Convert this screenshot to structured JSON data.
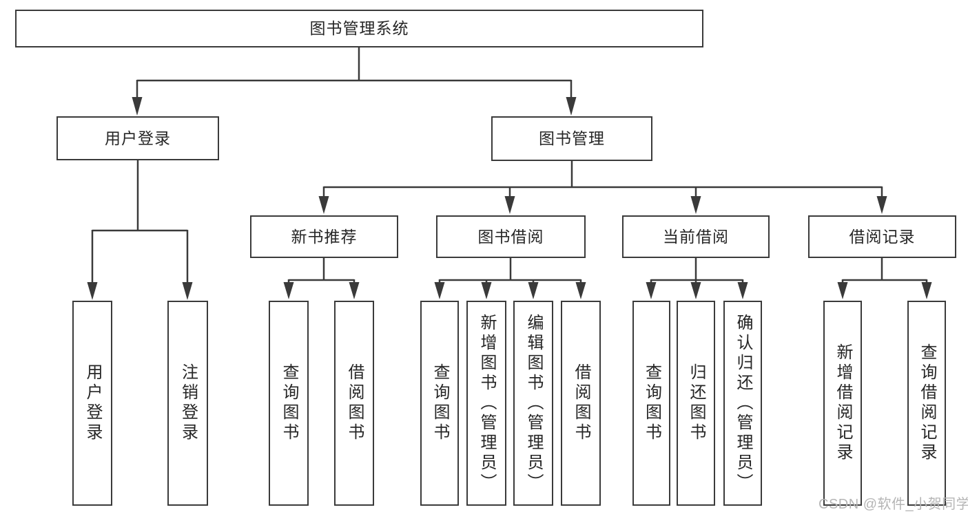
{
  "diagram": {
    "title": "图书管理系统",
    "watermark": "CSDN @软件_小贺同学",
    "colors": {
      "line": "#3a3a3a",
      "text": "#262626",
      "box_background": "#ffffff",
      "watermark": "#b5b5b5"
    },
    "nodes": {
      "root": {
        "label": "图书管理系统",
        "parent": null
      },
      "user_login": {
        "label": "用户登录",
        "parent": "root"
      },
      "book_mgmt": {
        "label": "图书管理",
        "parent": "root"
      },
      "user_login_leaf": {
        "label": "用户登录",
        "parent": "user_login"
      },
      "logout_leaf": {
        "label": "注销登录",
        "parent": "user_login"
      },
      "new_book_rec": {
        "label": "新书推荐",
        "parent": "book_mgmt"
      },
      "book_borrow": {
        "label": "图书借阅",
        "parent": "book_mgmt"
      },
      "current_borrow": {
        "label": "当前借阅",
        "parent": "book_mgmt"
      },
      "borrow_records": {
        "label": "借阅记录",
        "parent": "book_mgmt"
      },
      "nbr_query_books": {
        "label": "查询图书",
        "parent": "new_book_rec"
      },
      "nbr_borrow_books": {
        "label": "借阅图书",
        "parent": "new_book_rec"
      },
      "bb_query_books": {
        "label": "查询图书",
        "parent": "book_borrow"
      },
      "bb_add_books": {
        "label": "新增图书（管理员）",
        "parent": "book_borrow"
      },
      "bb_edit_books": {
        "label": "编辑图书（管理员）",
        "parent": "book_borrow"
      },
      "bb_borrow_books": {
        "label": "借阅图书",
        "parent": "book_borrow"
      },
      "cb_query_books": {
        "label": "查询图书",
        "parent": "current_borrow"
      },
      "cb_return_books": {
        "label": "归还图书",
        "parent": "current_borrow"
      },
      "cb_confirm_return": {
        "label": "确认归还（管理员）",
        "parent": "current_borrow"
      },
      "br_add_record": {
        "label": "新增借阅记录",
        "parent": "borrow_records"
      },
      "br_query_record": {
        "label": "查询借阅记录",
        "parent": "borrow_records"
      }
    }
  }
}
